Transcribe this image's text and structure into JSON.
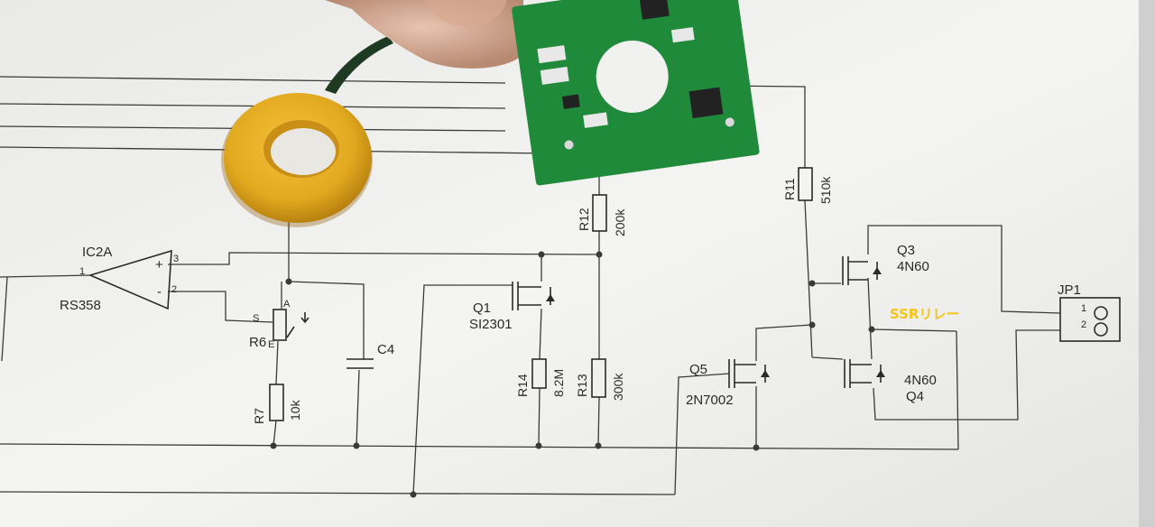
{
  "schematic": {
    "opamp": {
      "ref": "IC2A",
      "part": "RS358",
      "pin_out": "1",
      "pin_plus": "3",
      "pin_minus": "2",
      "plus_sign": "+",
      "minus_sign": "-"
    },
    "r6": {
      "ref": "R6",
      "pin_s": "S",
      "pin_a": "A",
      "pin_e": "E"
    },
    "r7": {
      "ref": "R7",
      "value": "10k"
    },
    "c4": {
      "ref": "C4"
    },
    "q1": {
      "ref": "Q1",
      "part": "SI2301"
    },
    "r12": {
      "ref": "R12",
      "value": "200k"
    },
    "r14": {
      "ref": "R14",
      "value": "8.2M"
    },
    "r13": {
      "ref": "R13",
      "value": "300k"
    },
    "r11": {
      "ref": "R11",
      "value": "510k"
    },
    "q3": {
      "ref": "Q3",
      "part": "4N60"
    },
    "q4": {
      "ref": "Q4",
      "part": "4N60"
    },
    "q5": {
      "ref": "Q5",
      "part": "2N7002"
    },
    "jp1": {
      "ref": "JP1",
      "pin1": "1",
      "pin2": "2"
    },
    "caption": "SSRリレー",
    "colors": {
      "paper": "#f3f3f1",
      "caption": "#f5c518",
      "toroid": "#e2a91f",
      "pcb": "#1f8a3a"
    }
  }
}
